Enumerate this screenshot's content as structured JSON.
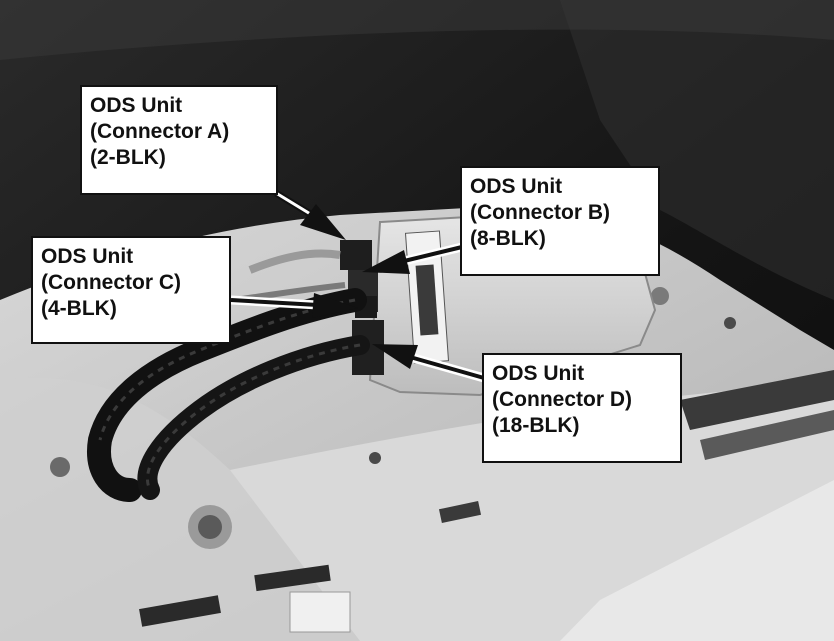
{
  "callouts": {
    "connector_a": {
      "line1": "ODS Unit",
      "line2": "(Connector A)",
      "line3": "(2-BLK)"
    },
    "connector_b": {
      "line1": "ODS Unit",
      "line2": "(Connector B)",
      "line3": "(8-BLK)"
    },
    "connector_c": {
      "line1": "ODS Unit",
      "line2": "(Connector C)",
      "line3": "(4-BLK)"
    },
    "connector_d": {
      "line1": "ODS Unit",
      "line2": "(Connector D)",
      "line3": "(18-BLK)"
    }
  }
}
